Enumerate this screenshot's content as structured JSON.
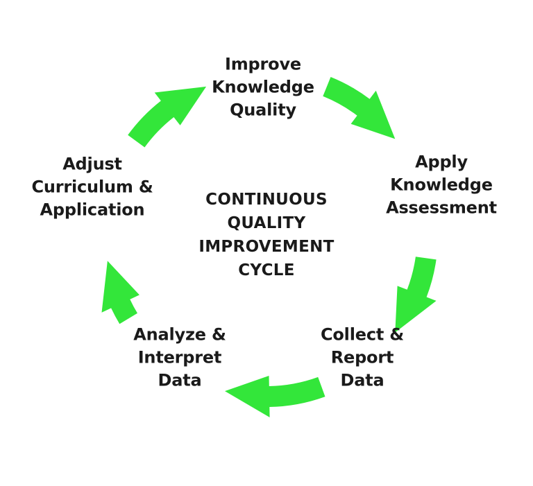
{
  "center_title": {
    "lines": [
      "CONTINUOUS",
      "QUALITY",
      "IMPROVEMENT",
      "CYCLE"
    ]
  },
  "steps": [
    {
      "lines": [
        "Improve",
        "Knowledge",
        "Quality"
      ]
    },
    {
      "lines": [
        "Apply",
        "Knowledge",
        "Assessment"
      ]
    },
    {
      "lines": [
        "Collect &",
        "Report",
        "Data"
      ]
    },
    {
      "lines": [
        "Analyze &",
        "Interpret",
        "Data"
      ]
    },
    {
      "lines": [
        "Adjust",
        "Curriculum &",
        "Application"
      ]
    }
  ],
  "colors": {
    "arrow": "#33e63a",
    "text": "#1a1a1a",
    "background": "#ffffff"
  },
  "icons": {
    "arrow": "curved-arrow-icon"
  }
}
